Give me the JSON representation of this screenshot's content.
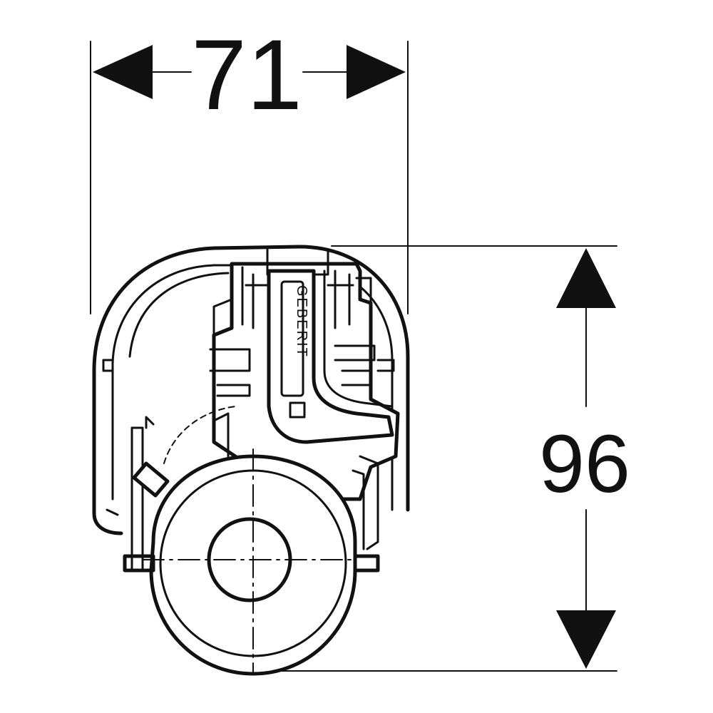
{
  "dimensions": {
    "width_value": "71",
    "height_value": "96"
  },
  "colors": {
    "line": "#111111",
    "background": "#ffffff"
  },
  "logo_text": "GEBERIT"
}
